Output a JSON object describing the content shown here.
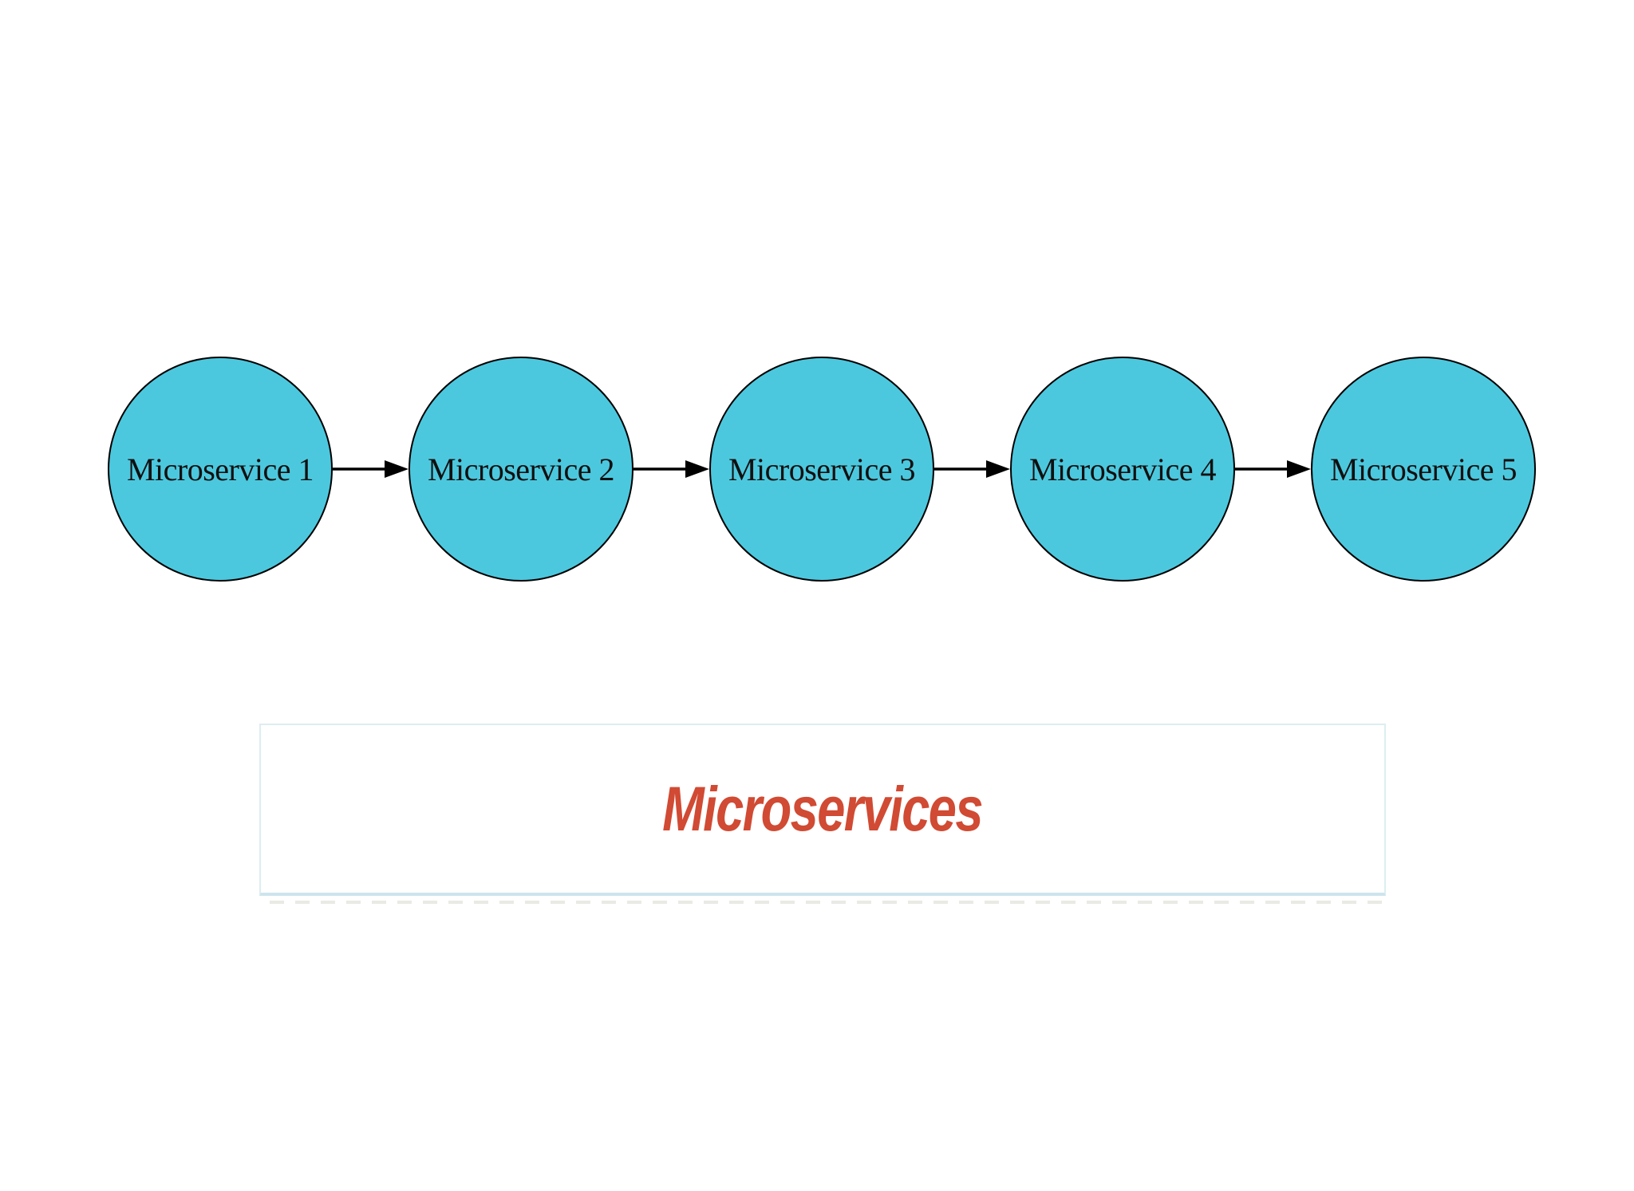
{
  "diagram": {
    "type": "flow",
    "direction": "left-to-right",
    "nodes": [
      {
        "label": "Microservice 1"
      },
      {
        "label": "Microservice 2"
      },
      {
        "label": "Microservice 3"
      },
      {
        "label": "Microservice 4"
      },
      {
        "label": "Microservice 5"
      }
    ],
    "edges": [
      {
        "from": "Microservice 1",
        "to": "Microservice 2"
      },
      {
        "from": "Microservice 2",
        "to": "Microservice 3"
      },
      {
        "from": "Microservice 3",
        "to": "Microservice 4"
      },
      {
        "from": "Microservice 4",
        "to": "Microservice 5"
      }
    ]
  },
  "caption": {
    "text": "Microservices"
  },
  "colors": {
    "node_fill": "#4CC8DE",
    "node_border": "#000000",
    "node_label": "#101010",
    "arrow": "#000000",
    "caption_text": "#D14A33",
    "caption_box_border": "#DCEEF1",
    "caption_box_border_bottom": "#CDE4EE",
    "dashes": "#E7E8E1",
    "background": "#FFFFFF"
  }
}
